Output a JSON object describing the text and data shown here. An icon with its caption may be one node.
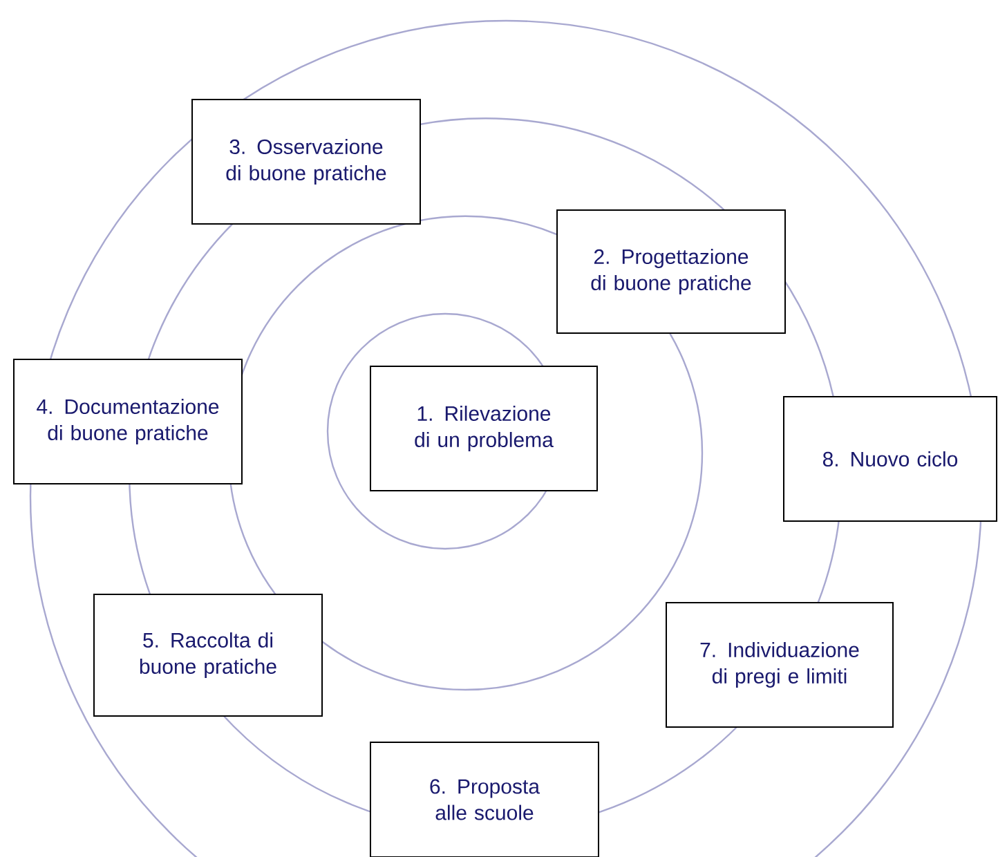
{
  "diagram": {
    "nodes": [
      {
        "text": [
          "1. Rilevazione di un problema"
        ]
      },
      {
        "text": [
          "2. Progettazione di buone pratiche"
        ]
      },
      {
        "text": [
          "3. Osservazione di buone pratiche"
        ]
      },
      {
        "text": [
          "4. Documentazione di buone pratiche"
        ]
      },
      {
        "text": [
          "5. Raccolta di buone pratiche"
        ]
      },
      {
        "text": [
          "6. Proposta alle scuole"
        ]
      },
      {
        "text": [
          "7. Individuazione di pregi e limiti"
        ]
      },
      {
        "text": [
          "8. Nuovo ciclo"
        ]
      }
    ]
  }
}
